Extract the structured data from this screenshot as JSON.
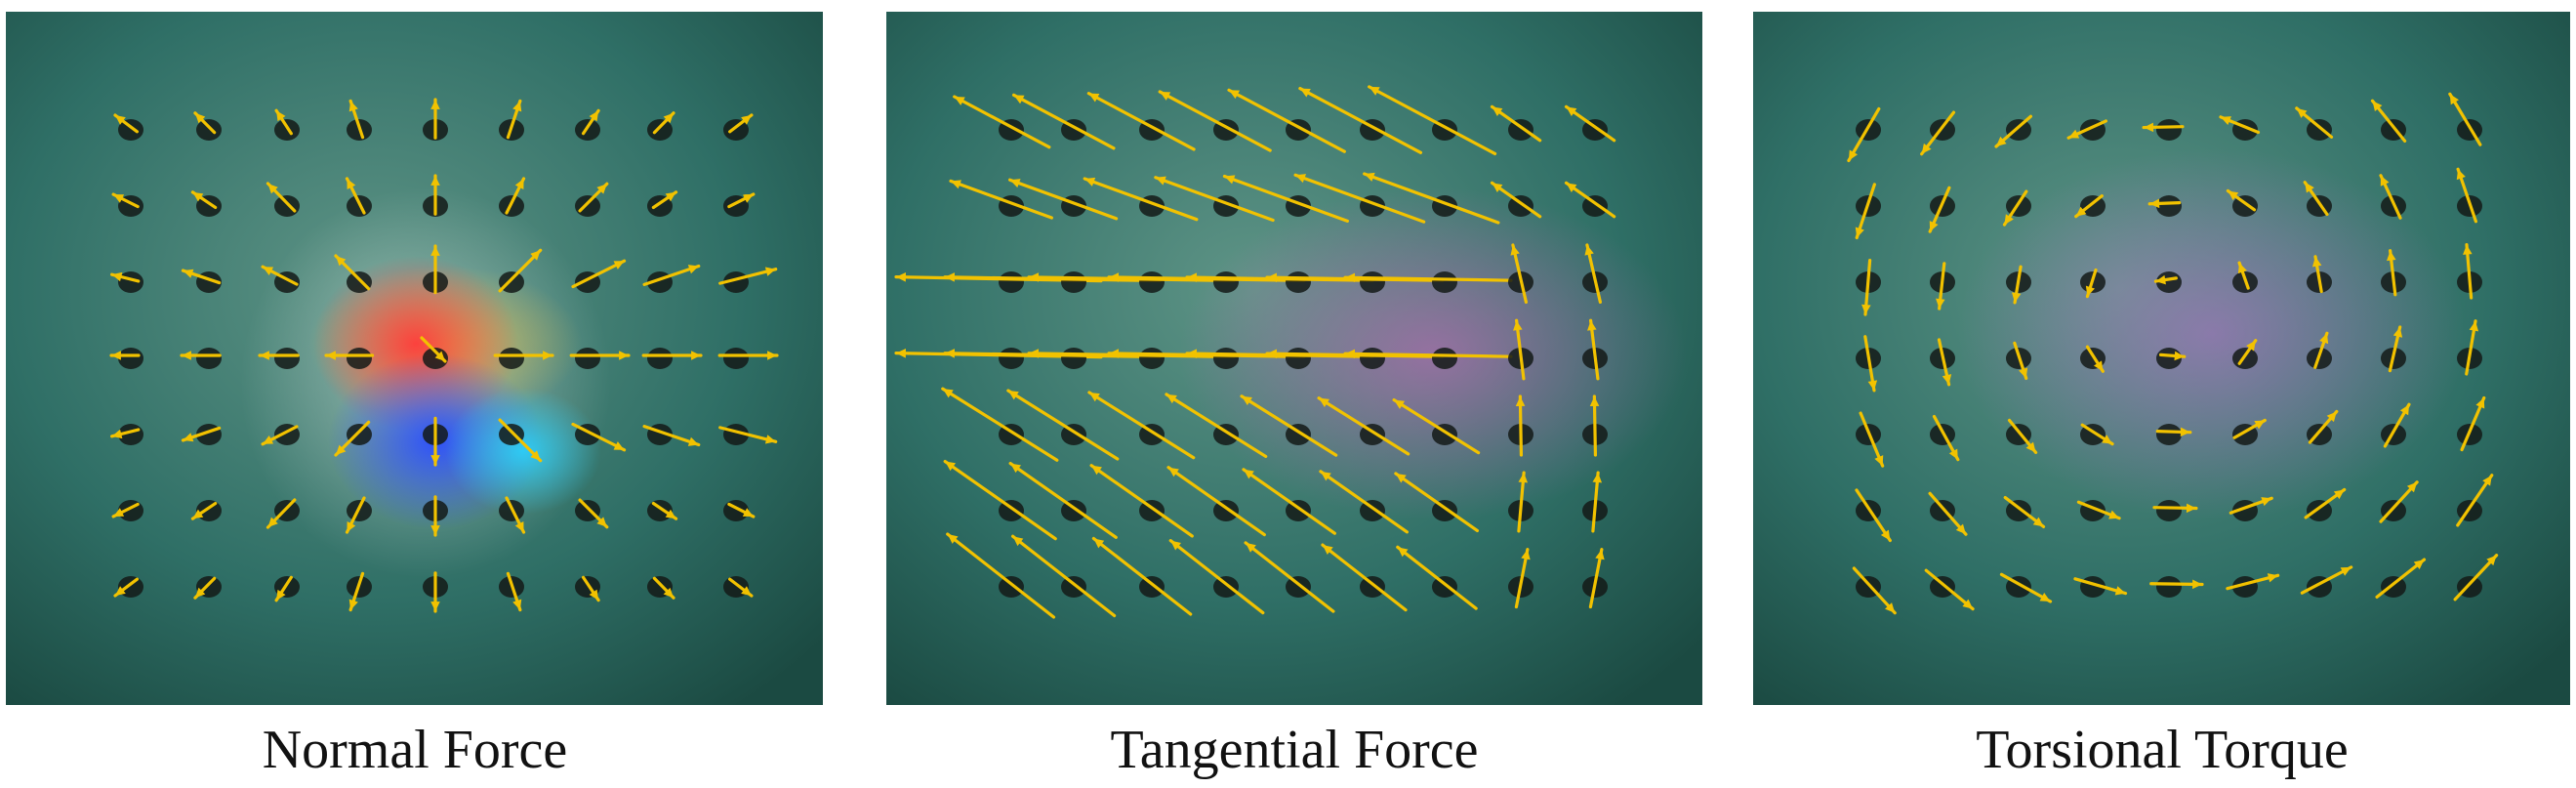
{
  "figure": {
    "panels": [
      {
        "id": "normal",
        "caption": "Normal Force"
      },
      {
        "id": "tangential",
        "caption": "Tangential Force"
      },
      {
        "id": "torsional",
        "caption": "Torsional Torque"
      }
    ]
  },
  "colors": {
    "arrow": "#f2c200",
    "marker": "#141a18",
    "gel_base": "#2f6f66",
    "gel_light": "#5f9486",
    "gel_edge": "#1b4a42"
  }
}
